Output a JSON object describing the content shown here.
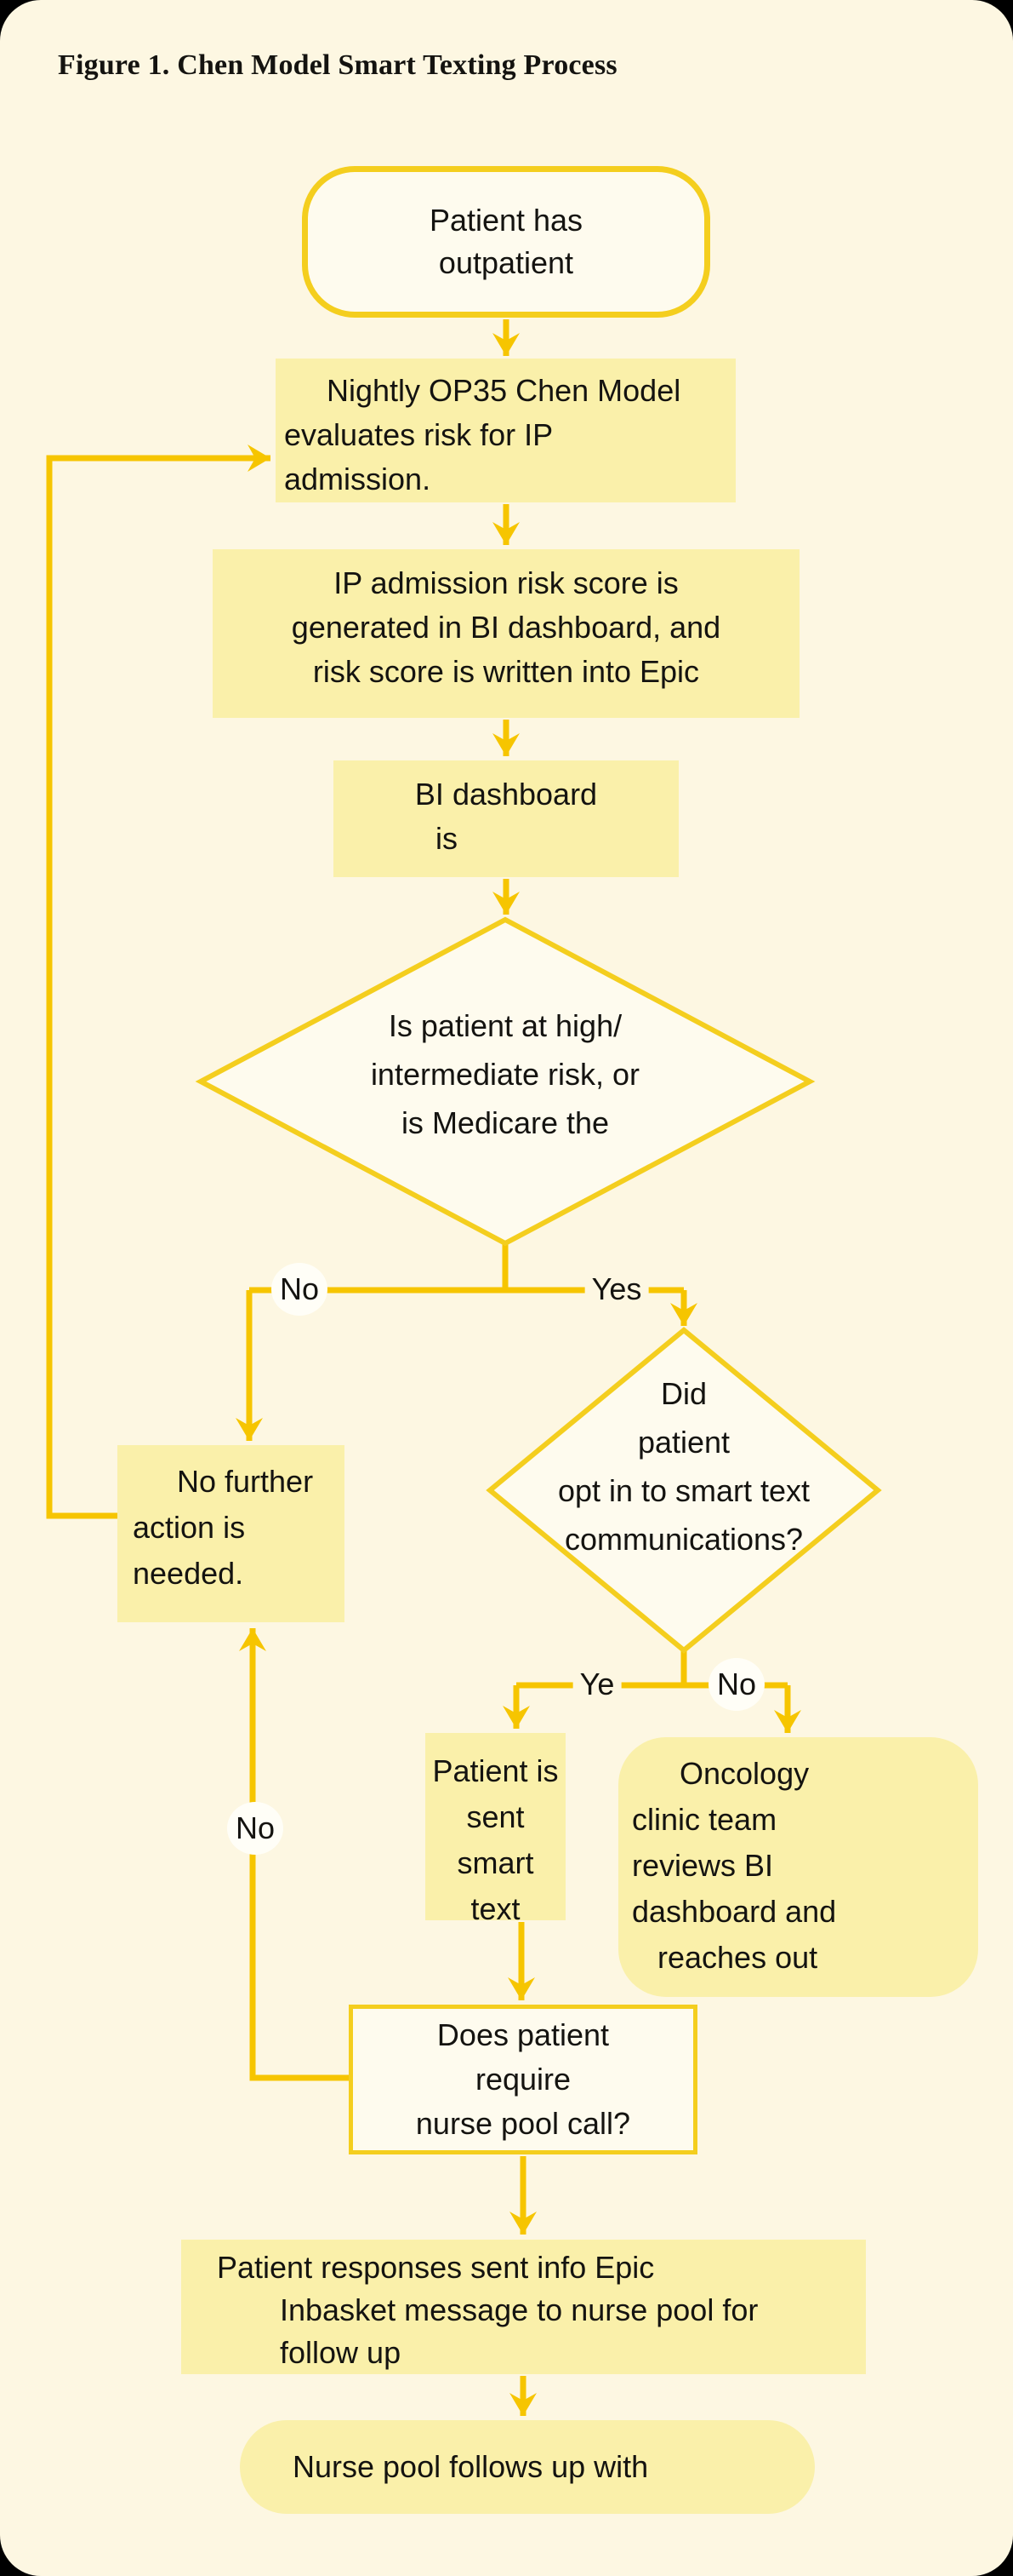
{
  "title": "Figure 1. Chen Model Smart Texting Process",
  "nodes": {
    "start": {
      "lines": [
        "Patient has",
        "outpatient"
      ]
    },
    "nightly": {
      "lines": [
        "Nightly OP35 Chen Model",
        "evaluates risk for IP",
        "admission."
      ]
    },
    "ip_score": {
      "lines": [
        "IP admission risk score is",
        "generated in BI dashboard, and",
        "risk score is written into Epic"
      ]
    },
    "bi_dashboard": {
      "lines": [
        "BI dashboard",
        "is"
      ]
    },
    "risk_decision": {
      "lines": [
        "Is patient at high/",
        "intermediate risk, or",
        "is Medicare the"
      ]
    },
    "no_action": {
      "lines": [
        "No further",
        "action is",
        "needed."
      ]
    },
    "opt_in_decision": {
      "lines": [
        "Did",
        "patient",
        "opt in to smart text",
        "communications?"
      ]
    },
    "smart_text": {
      "lines": [
        "Patient is",
        "sent smart",
        "text"
      ]
    },
    "oncology": {
      "lines": [
        "Oncology",
        "clinic team",
        "reviews BI",
        "dashboard and",
        "reaches out"
      ]
    },
    "nurse_call_decision": {
      "lines": [
        "Does patient",
        "require",
        "nurse pool call?"
      ]
    },
    "responses": {
      "lines": [
        "Patient responses sent info Epic",
        "Inbasket message to nurse pool for",
        "follow up"
      ]
    },
    "followup": {
      "lines": [
        "Nurse pool follows up with"
      ]
    }
  },
  "labels": {
    "risk_no": "No",
    "risk_yes": "Yes",
    "optin_yes": "Ye",
    "optin_no": "No",
    "nursecall_no": "No"
  },
  "colors": {
    "gold": "#f6c500",
    "shape-border": "#f4ce1e",
    "node-yellow": "#faf0aa",
    "shape-white": "#fefbee",
    "card-bg": "#fdf7e2",
    "label-oval": "#fffef7",
    "ink": "#141310"
  }
}
